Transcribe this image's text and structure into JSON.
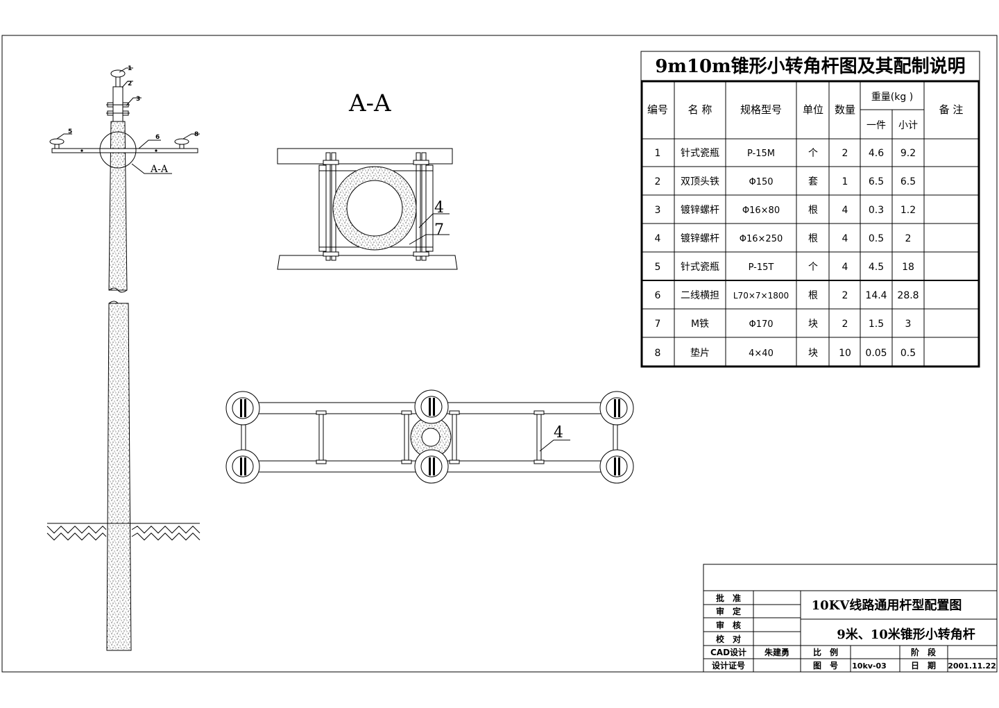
{
  "section_title": "A-A",
  "pole_labels": {
    "n1": "1",
    "n2": "2",
    "n3": "3",
    "n5": "5",
    "n6": "6",
    "n8": "8",
    "section": "A-A"
  },
  "section_labels": {
    "l4": "4",
    "l7": "7"
  },
  "plan_labels": {
    "l4": "4"
  },
  "bom": {
    "title": "9m10m锥形小转角杆图及其配制说明",
    "headers": {
      "no": "编号",
      "name": "名 称",
      "spec": "规格型号",
      "unit": "单位",
      "qty": "数量",
      "weight": "重量(kg )",
      "each": "一件",
      "subtotal": "小计",
      "remark": "备 注"
    },
    "rows": [
      {
        "no": "1",
        "name": "针式瓷瓶",
        "spec": "P-15M",
        "unit": "个",
        "qty": "2",
        "each": "4.6",
        "subtotal": "9.2",
        "remark": ""
      },
      {
        "no": "2",
        "name": "双顶头铁",
        "spec": "Φ150",
        "unit": "套",
        "qty": "1",
        "each": "6.5",
        "subtotal": "6.5",
        "remark": ""
      },
      {
        "no": "3",
        "name": "镀锌螺杆",
        "spec": "Φ16×80",
        "unit": "根",
        "qty": "4",
        "each": "0.3",
        "subtotal": "1.2",
        "remark": ""
      },
      {
        "no": "4",
        "name": "镀锌螺杆",
        "spec": "Φ16×250",
        "unit": "根",
        "qty": "4",
        "each": "0.5",
        "subtotal": "2",
        "remark": ""
      },
      {
        "no": "5",
        "name": "针式瓷瓶",
        "spec": "P-15T",
        "unit": "个",
        "qty": "4",
        "each": "4.5",
        "subtotal": "18",
        "remark": ""
      },
      {
        "no": "6",
        "name": "二线横担",
        "spec": "L70×7×1800",
        "unit": "根",
        "qty": "2",
        "each": "14.4",
        "subtotal": "28.8",
        "remark": ""
      },
      {
        "no": "7",
        "name": "M铁",
        "spec": "Φ170",
        "unit": "块",
        "qty": "2",
        "each": "1.5",
        "subtotal": "3",
        "remark": ""
      },
      {
        "no": "8",
        "name": "垫片",
        "spec": "4×40",
        "unit": "块",
        "qty": "10",
        "each": "0.05",
        "subtotal": "0.5",
        "remark": ""
      }
    ]
  },
  "title_block": {
    "approve": "批　准",
    "check": "审　定",
    "review": "审　核",
    "proof": "校　对",
    "cad": "CAD设计",
    "cert": "设计证号",
    "designer": "朱建勇",
    "title1": "10KV线路通用杆型配置图",
    "title2": "9米、10米锥形小转角杆",
    "scale_label": "比　例",
    "scale_value": "",
    "drawing_no_label": "图　号",
    "drawing_no": "10kv-03",
    "stage_label": "阶　段",
    "stage_value": "",
    "date_label": "日　期",
    "date": "2001.11.22"
  }
}
